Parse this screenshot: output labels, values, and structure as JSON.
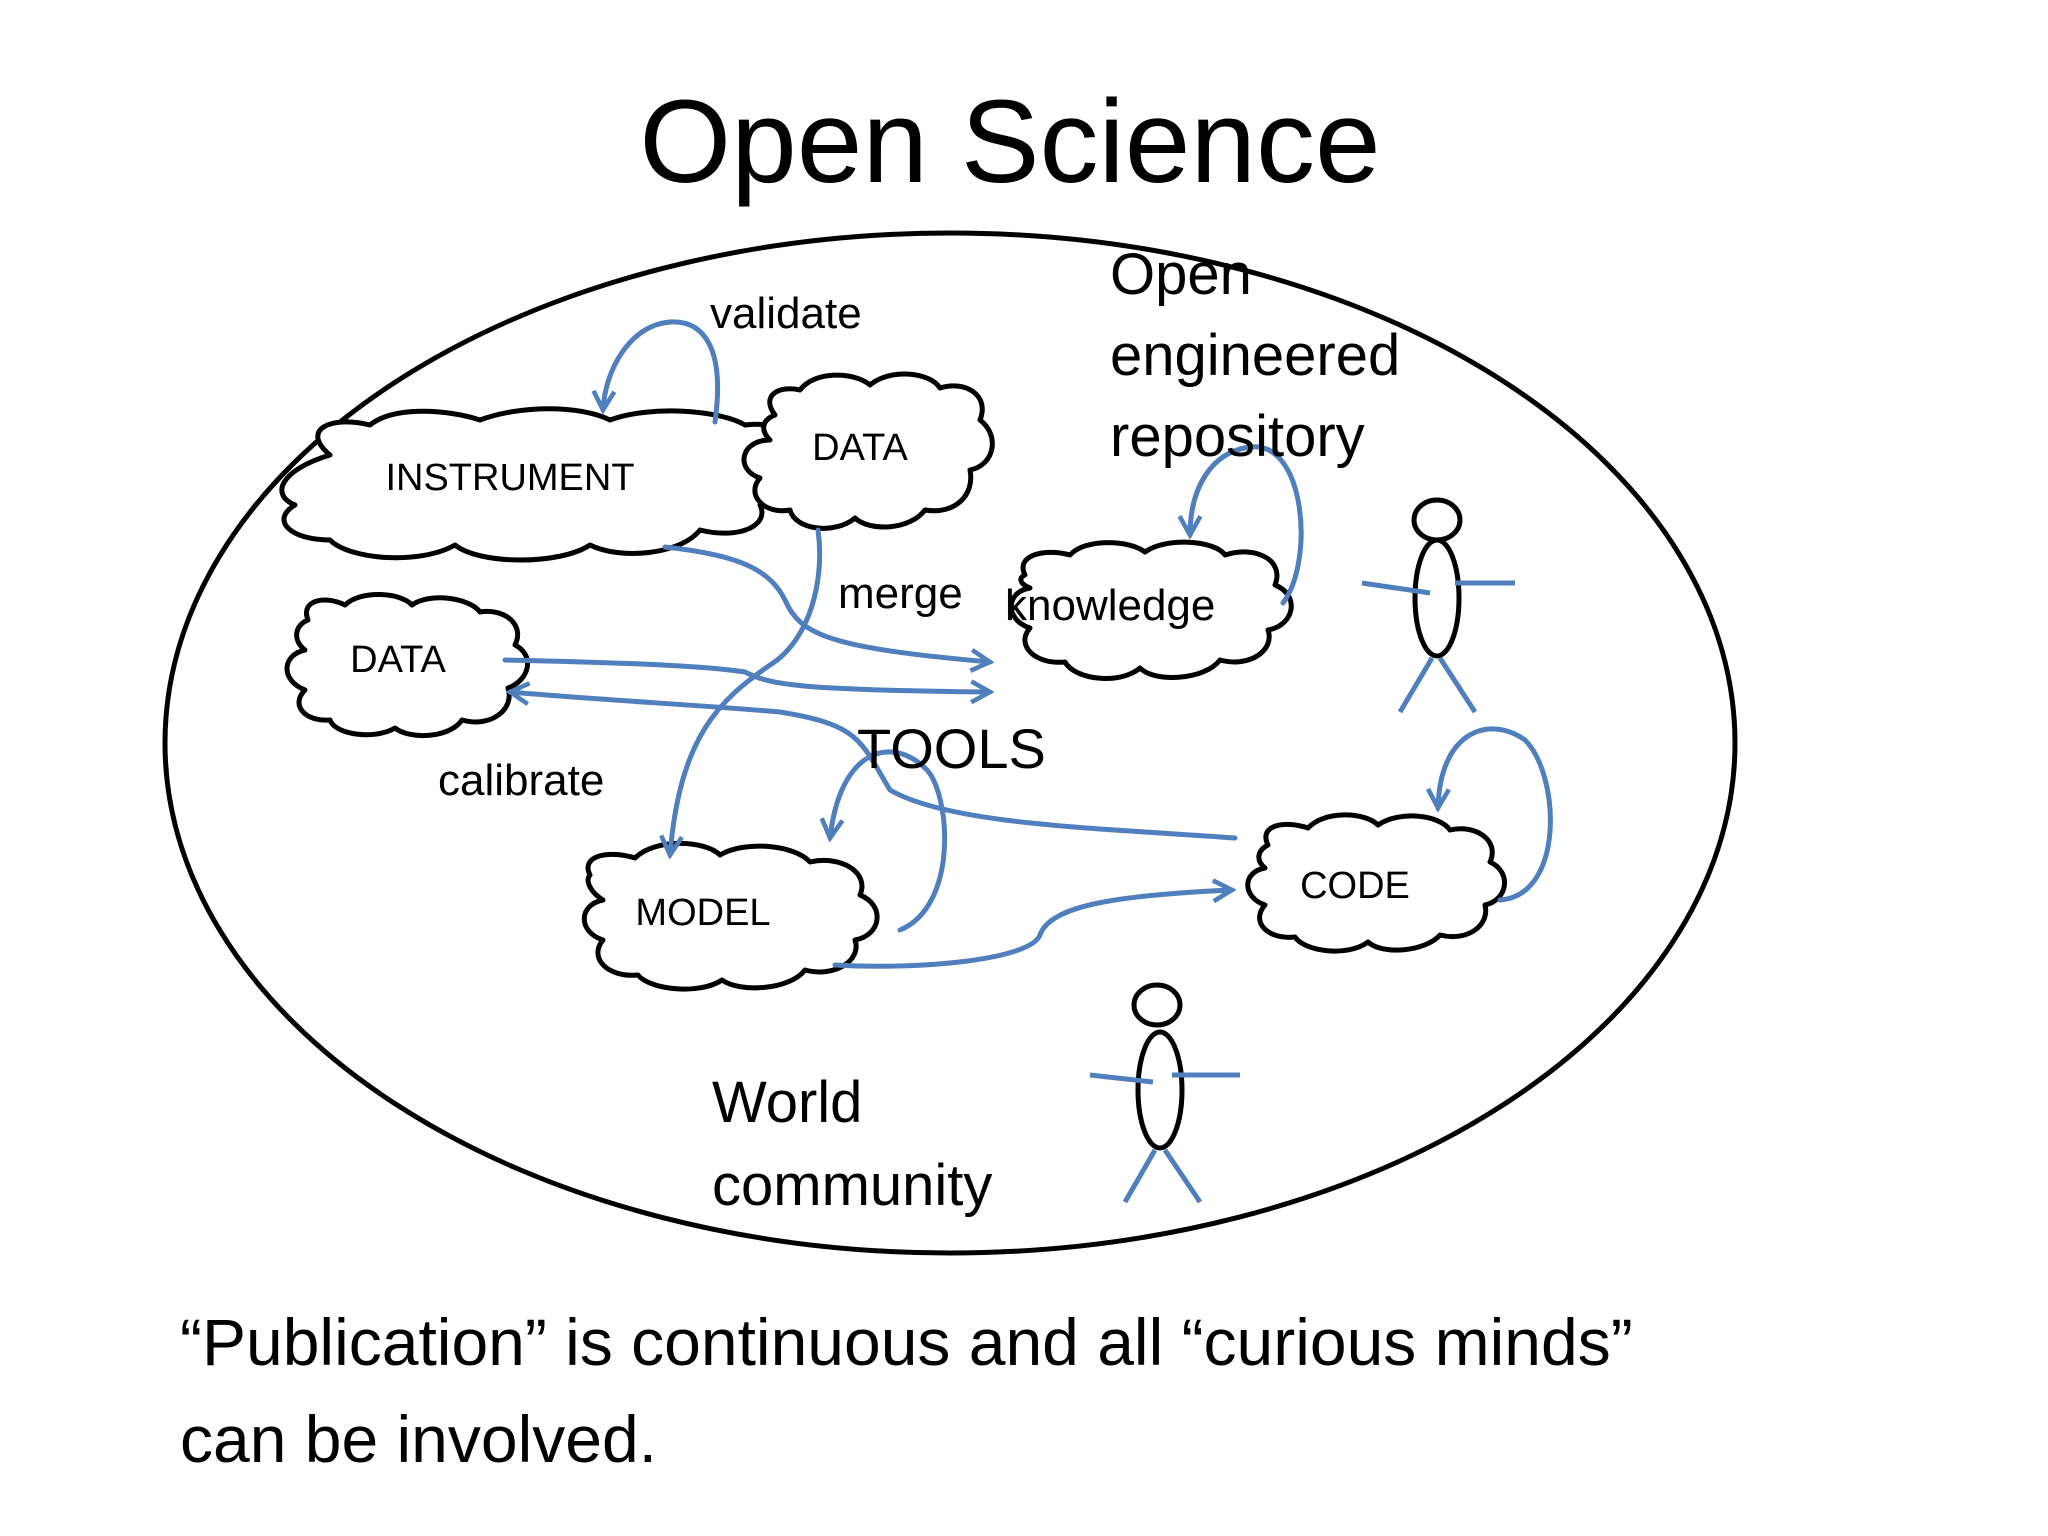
{
  "title": "Open Science",
  "repository_label": {
    "line1": "Open",
    "line2": "engineered",
    "line3": "repository"
  },
  "nodes": {
    "instrument": "INSTRUMENT",
    "data_top": "DATA",
    "data_left": "DATA",
    "knowledge": "knowledge",
    "model": "MODEL",
    "code": "CODE"
  },
  "edges": {
    "validate": "validate",
    "merge": "merge",
    "calibrate": "calibrate",
    "tools": "TOOLS"
  },
  "community_label": {
    "line1": "World",
    "line2": "community"
  },
  "caption": {
    "line1": "“Publication” is continuous and all “curious minds”",
    "line2": "can be involved."
  },
  "colors": {
    "arrow": "#4f7fbd",
    "outline": "#000000",
    "background": "#ffffff"
  }
}
